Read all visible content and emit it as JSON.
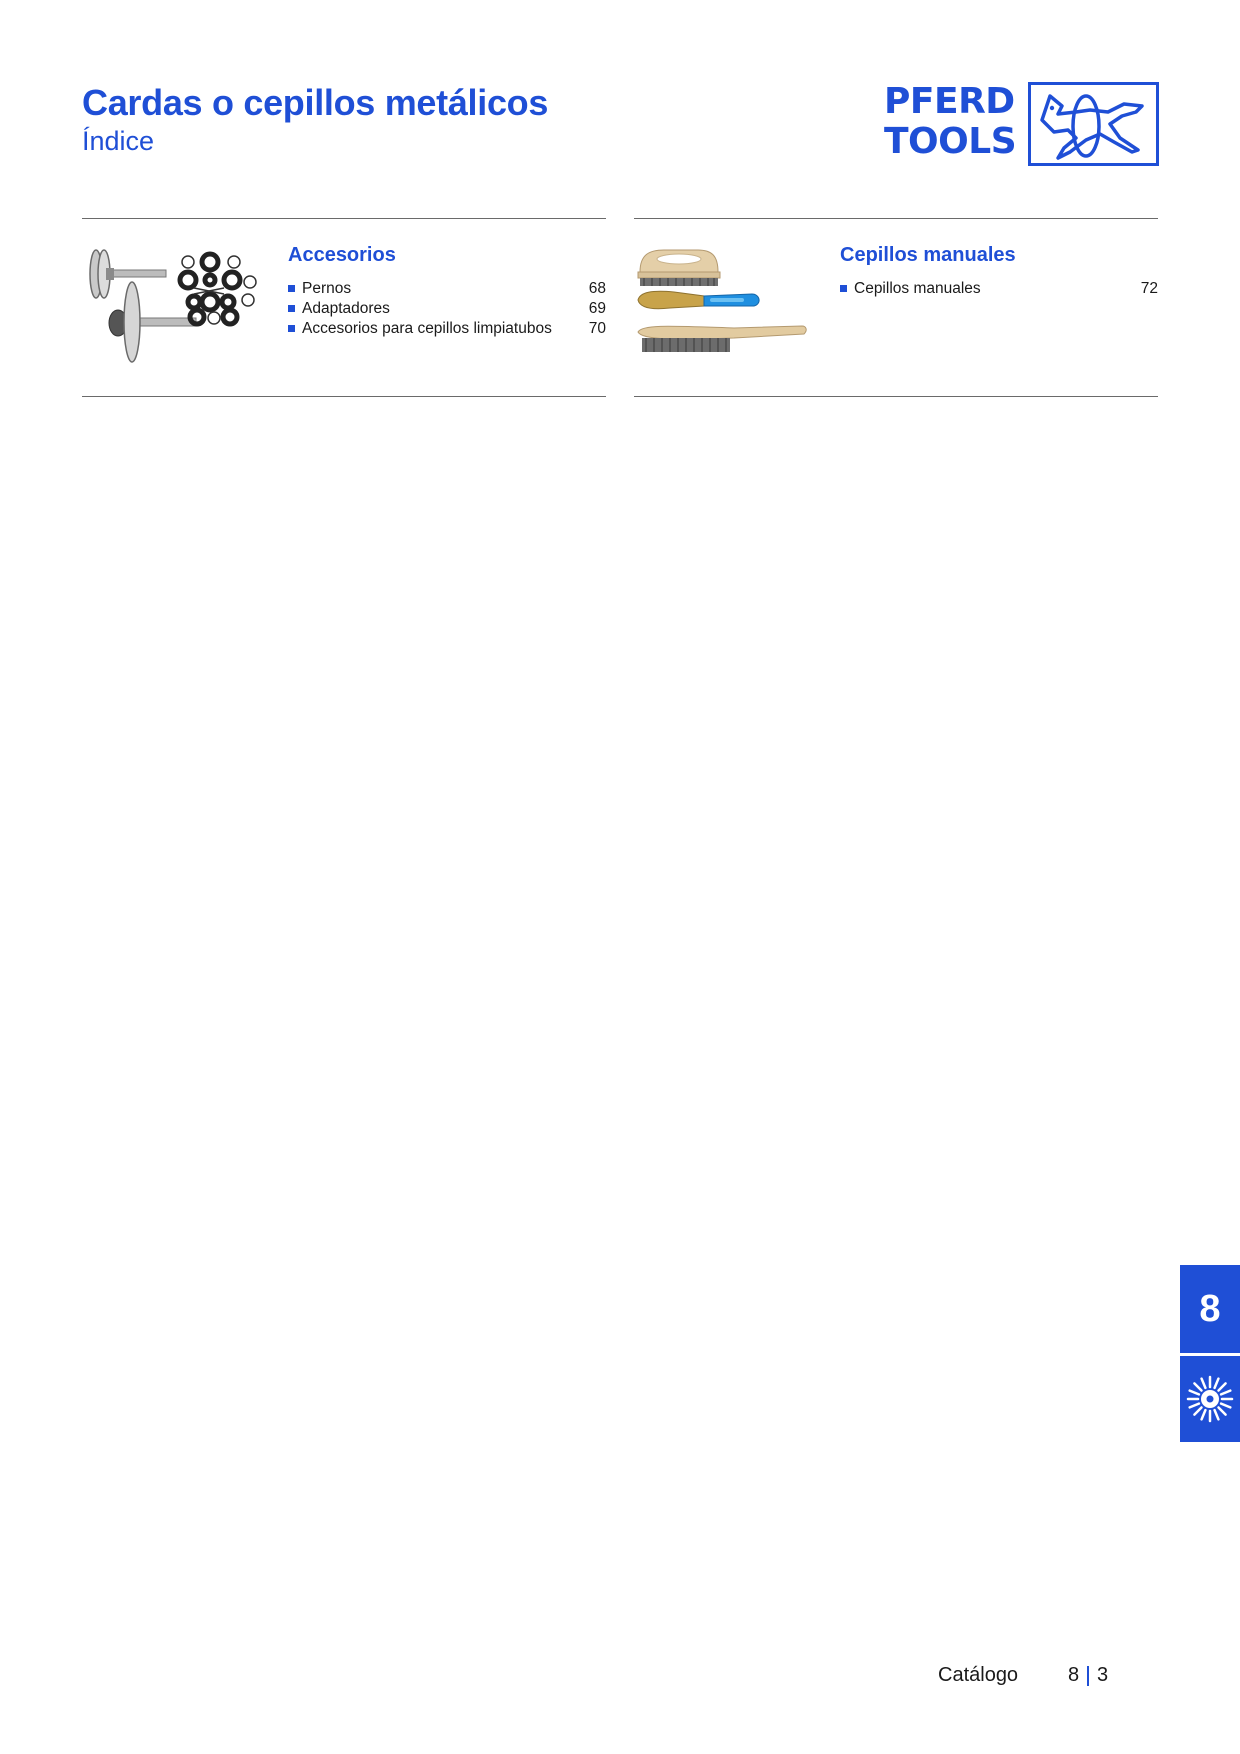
{
  "header": {
    "title": "Cardas o cepillos metálicos",
    "subtitle": "Índice"
  },
  "logo": {
    "line1": "PFERD",
    "line2": "TOOLS",
    "icon": "horse-logo-icon"
  },
  "sections": [
    {
      "heading": "Accesorios",
      "image": "accessories-image",
      "items": [
        {
          "label": "Pernos",
          "page": "68"
        },
        {
          "label": "Adaptadores",
          "page": "69"
        },
        {
          "label": "Accesorios para cepillos limpiatubos",
          "page": "70"
        }
      ]
    },
    {
      "heading": "Cepillos manuales",
      "image": "hand-brushes-image",
      "items": [
        {
          "label": "Cepillos manuales",
          "page": "72"
        }
      ]
    }
  ],
  "side_tab": {
    "chapter": "8",
    "icon": "wire-brush-icon"
  },
  "footer": {
    "catalog_label": "Catálogo",
    "chapter": "8",
    "page": "3"
  },
  "colors": {
    "brand_blue": "#1f4fd6",
    "text": "#1a1a1a",
    "rule": "#6a6a6a"
  }
}
